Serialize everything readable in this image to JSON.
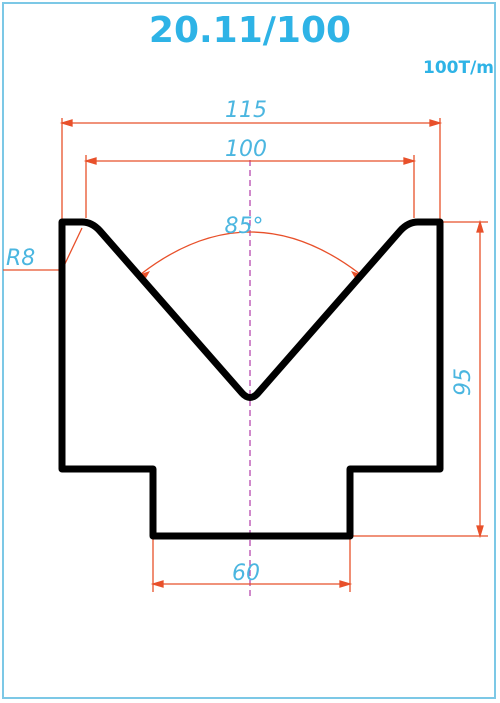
{
  "header": {
    "title": "20.11/100",
    "capacity": "100T/m"
  },
  "dimensions": {
    "overall_width": "115",
    "v_opening": "100",
    "angle": "85°",
    "radius": "R8",
    "height": "95",
    "tang_width": "60"
  },
  "colors": {
    "title": "#2eb3e6",
    "dimension_line": "#e8502a",
    "dimension_text": "#4bb6e0",
    "profile": "#000000",
    "centerline": "#b03aa8",
    "frame": "#7cc8e6"
  }
}
